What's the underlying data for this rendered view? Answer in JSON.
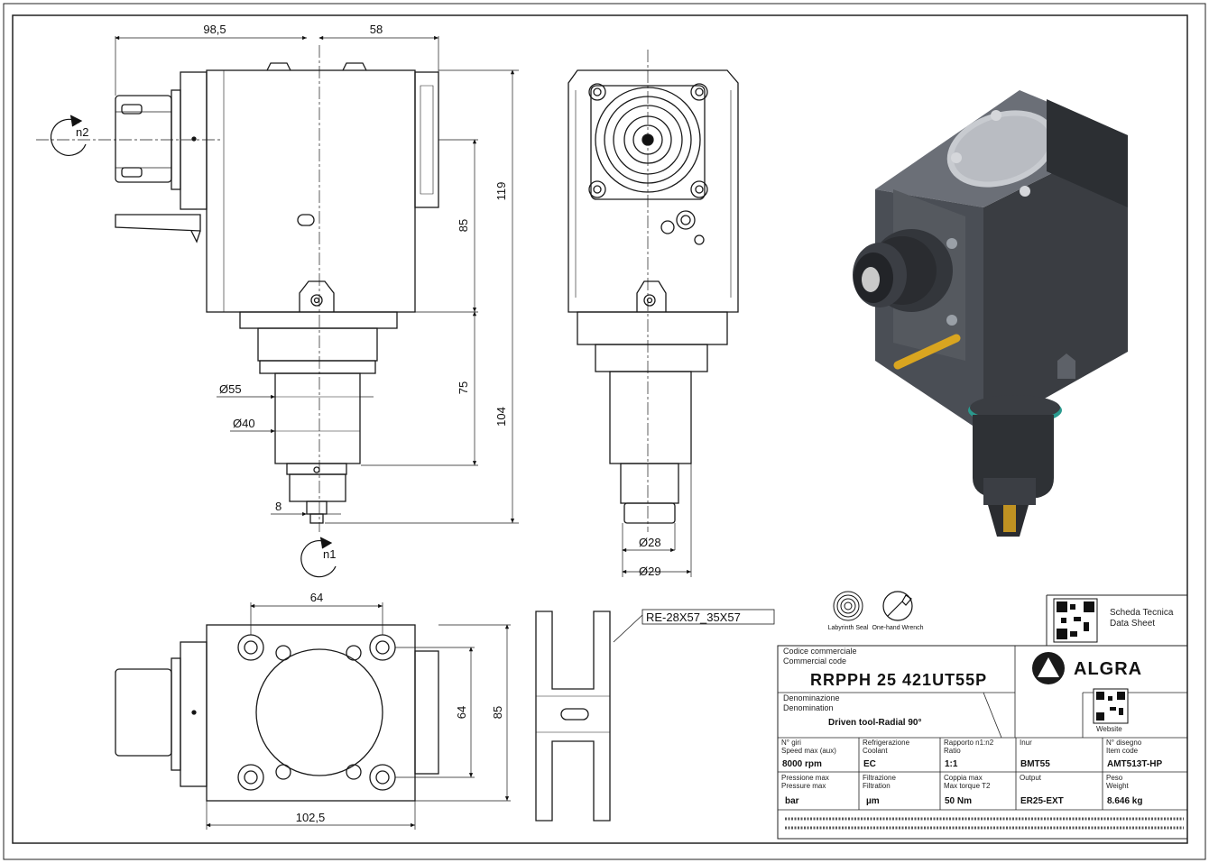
{
  "dimensions": {
    "top_width_left": "98,5",
    "top_width_right": "58",
    "height_119": "119",
    "height_85": "85",
    "height_75": "75",
    "height_104": "104",
    "dia_55": "Ø55",
    "dia_40": "Ø40",
    "dim_8": "8",
    "front_dia_28": "Ø28",
    "front_dia_29": "Ø29",
    "bottom_64_h": "64",
    "bottom_64_v": "64",
    "bottom_85": "85",
    "bottom_102": "102,5"
  },
  "rotation": {
    "n2": "n2",
    "n1": "n1"
  },
  "coupling_label": "RE-28X57_35X57",
  "icons": {
    "labyrinth": "Labyrinth Seal",
    "wrench": "One-hand Wrench"
  },
  "datasheet": {
    "line1": "Scheda Tecnica",
    "line2": "Data Sheet",
    "website": "Website"
  },
  "title_block": {
    "code_label_it": "Codice commerciale",
    "code_label_en": "Commercial code",
    "code": "RRPPH 25 421UT55P",
    "brand": "ALGRA",
    "denom_label_it": "Denominazione",
    "denom_label_en": "Denomination",
    "denomination": "Driven tool-Radial 90°",
    "cells": [
      {
        "l1": "N° giri",
        "l2": "Speed max (aux)",
        "value": "8000 rpm"
      },
      {
        "l1": "Refrigerazione",
        "l2": "Coolant",
        "value": "EC"
      },
      {
        "l1": "Rapporto n1:n2",
        "l2": "Ratio",
        "value": "1:1"
      },
      {
        "l1": "Inur",
        "l2": "",
        "value": "BMT55"
      },
      {
        "l1": "N° disegno",
        "l2": "Item code",
        "value": "AMT513T-HP"
      },
      {
        "l1": "Pressione max",
        "l2": "Pressure max",
        "value": "bar"
      },
      {
        "l1": "Filtrazione",
        "l2": "Filtration",
        "value": "µm"
      },
      {
        "l1": "Coppia max",
        "l2": "Max torque T2",
        "value": "50 Nm"
      },
      {
        "l1": "Output",
        "l2": "",
        "value": "ER25-EXT"
      },
      {
        "l1": "Peso",
        "l2": "Weight",
        "value": "8.646 kg"
      }
    ]
  },
  "colors": {
    "line": "#1a1a1a",
    "body_dark": "#3a3d42",
    "body_mid": "#5a5e66",
    "accent_teal": "#2a9a8e",
    "pipe": "#d9a520"
  }
}
